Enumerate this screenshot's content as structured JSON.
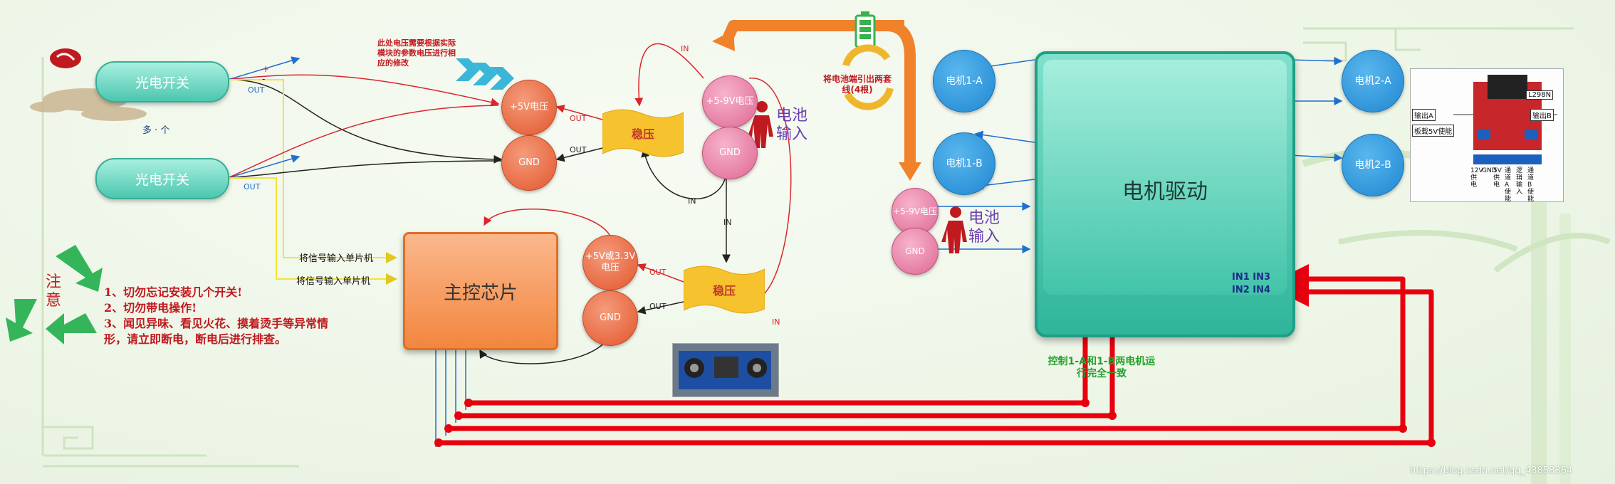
{
  "nodes": {
    "photo_switch_1": "光电开关",
    "photo_switch_2": "光电开关",
    "multiple_label": "多 · 个",
    "plus_5v_top": "+5V电压",
    "gnd_top": "GND",
    "regulator_top": "稳压",
    "battery_plus_top": "+5-9V电压",
    "battery_gnd_top": "GND",
    "battery_label_top": "电池输入",
    "main_chip": "主控芯片",
    "plus_5v_bottom": "+5V或3.3V电压",
    "gnd_bottom": "GND",
    "regulator_bottom": "稳压",
    "battery_plus_right": "+5-9V电压",
    "battery_gnd_right": "GND",
    "battery_label_right": "电池输入",
    "motor_driver": "电机驱动",
    "motor_1a": "电机1-A",
    "motor_1b": "电机1-B",
    "motor_2a": "电机2-A",
    "motor_2b": "电机2-B"
  },
  "wire_labels": {
    "plus": "+",
    "minus": "-",
    "out_1": "OUT",
    "out_2": "OUT",
    "out_reg_top": "OUT",
    "out_reg_top_2": "OUT",
    "out_reg_bottom": "OUT",
    "out_reg_bottom_2": "OUT",
    "in_top": "IN",
    "in_mid": "IN",
    "in_vertical": "IN",
    "in_right": "IN",
    "signal_1": "将信号输入单片机",
    "signal_2": "将信号输入单片机",
    "in1_in3": "IN1  IN3",
    "in2_in4": "IN2  IN4"
  },
  "annotations": {
    "voltage_note": "此处电压需要根据实际模块的参数电压进行相应的修改",
    "battery_lead_note": "将电池端引出两套线(4根)",
    "control_note": "控制1-A和1-B两电机运行完全一致"
  },
  "caution": {
    "title": "注意",
    "items": [
      "1、切勿忘记安装几个开关!",
      "2、切勿带电操作!",
      "3、闻见异味、看见火花、摸着烫手等异常情形，请立即断电，断电后进行排查。"
    ]
  },
  "module_photo": {
    "l298n": "L298N",
    "out_a": "输出A",
    "out_b": "输出B",
    "onboard_5v": "板载5V使能",
    "col_1": "12V供电",
    "col_2": "GND",
    "col_3": "5V供电",
    "col_4": "通道A使能",
    "col_5": "逻辑输入",
    "col_6": "通道B使能"
  },
  "watermark": "https://blog.csdn.net/qq_43853364",
  "colors": {
    "wire_red": "#e8000f",
    "wire_blue": "#1f6fd1",
    "wire_yellow": "#f5e431",
    "arrow_orange": "#f0822b",
    "note_red": "#c0191f"
  }
}
